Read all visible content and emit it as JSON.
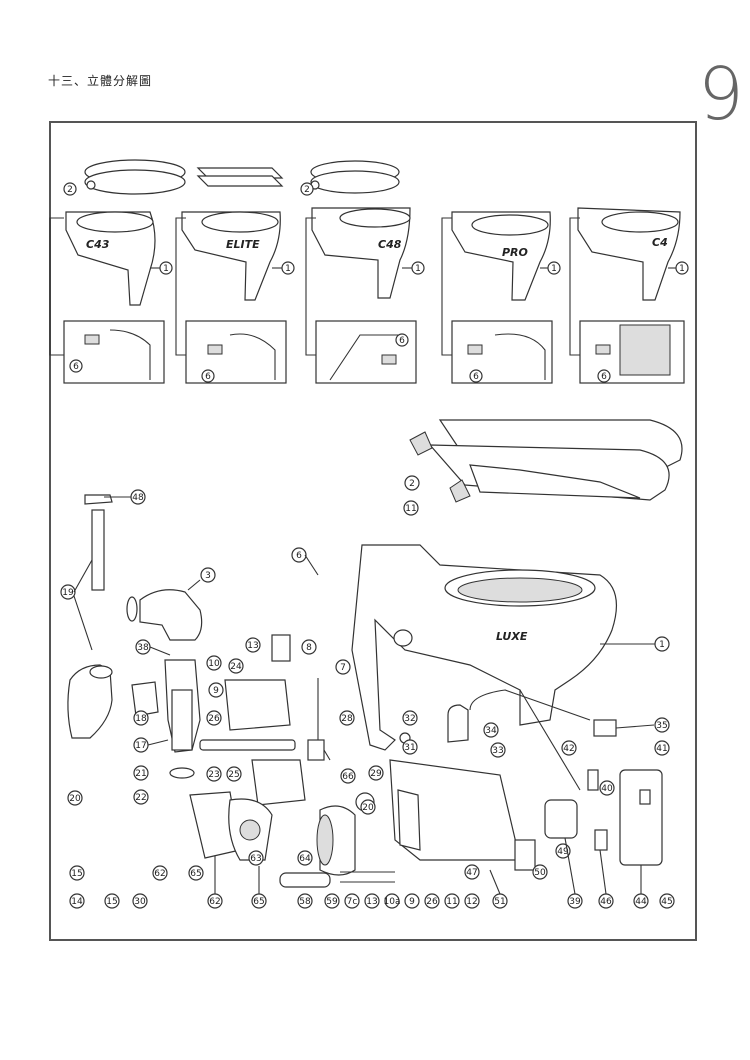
{
  "header": {
    "title": "十三、立體分解圖",
    "page_number": "9"
  },
  "models": [
    {
      "name": "C43",
      "seat_callout": "2",
      "bowl_callout": "1",
      "inset_callout": "6"
    },
    {
      "name": "ELITE",
      "bowl_callout": "1",
      "inset_callout": "6"
    },
    {
      "name": "C48",
      "seat_callout": "2",
      "bowl_callout": "1",
      "inset_callout": "6"
    },
    {
      "name": "PRO",
      "bowl_callout": "1",
      "inset_callout": "6"
    },
    {
      "name": "C4",
      "bowl_callout": "1",
      "inset_callout": "6"
    }
  ],
  "main": {
    "bowl_label": "LUXE",
    "callouts": [
      "1",
      "2",
      "3",
      "6",
      "7",
      "8",
      "9",
      "10",
      "11",
      "13",
      "17",
      "18",
      "19",
      "20",
      "21",
      "22",
      "23",
      "24",
      "25",
      "26",
      "28",
      "29",
      "31",
      "32",
      "33",
      "34",
      "35",
      "38",
      "39",
      "40",
      "41",
      "42",
      "44",
      "45",
      "46",
      "47",
      "48",
      "49",
      "50",
      "51",
      "62",
      "63",
      "64",
      "65",
      "66"
    ],
    "bottom_row": [
      "15",
      "14",
      "15",
      "30",
      "62",
      "65",
      "58",
      "59",
      "7c",
      "13",
      "10a",
      "9",
      "26",
      "11",
      "12",
      "51",
      "39",
      "46",
      "44",
      "45"
    ],
    "misc_20": "20",
    "misc_20b": "20"
  }
}
